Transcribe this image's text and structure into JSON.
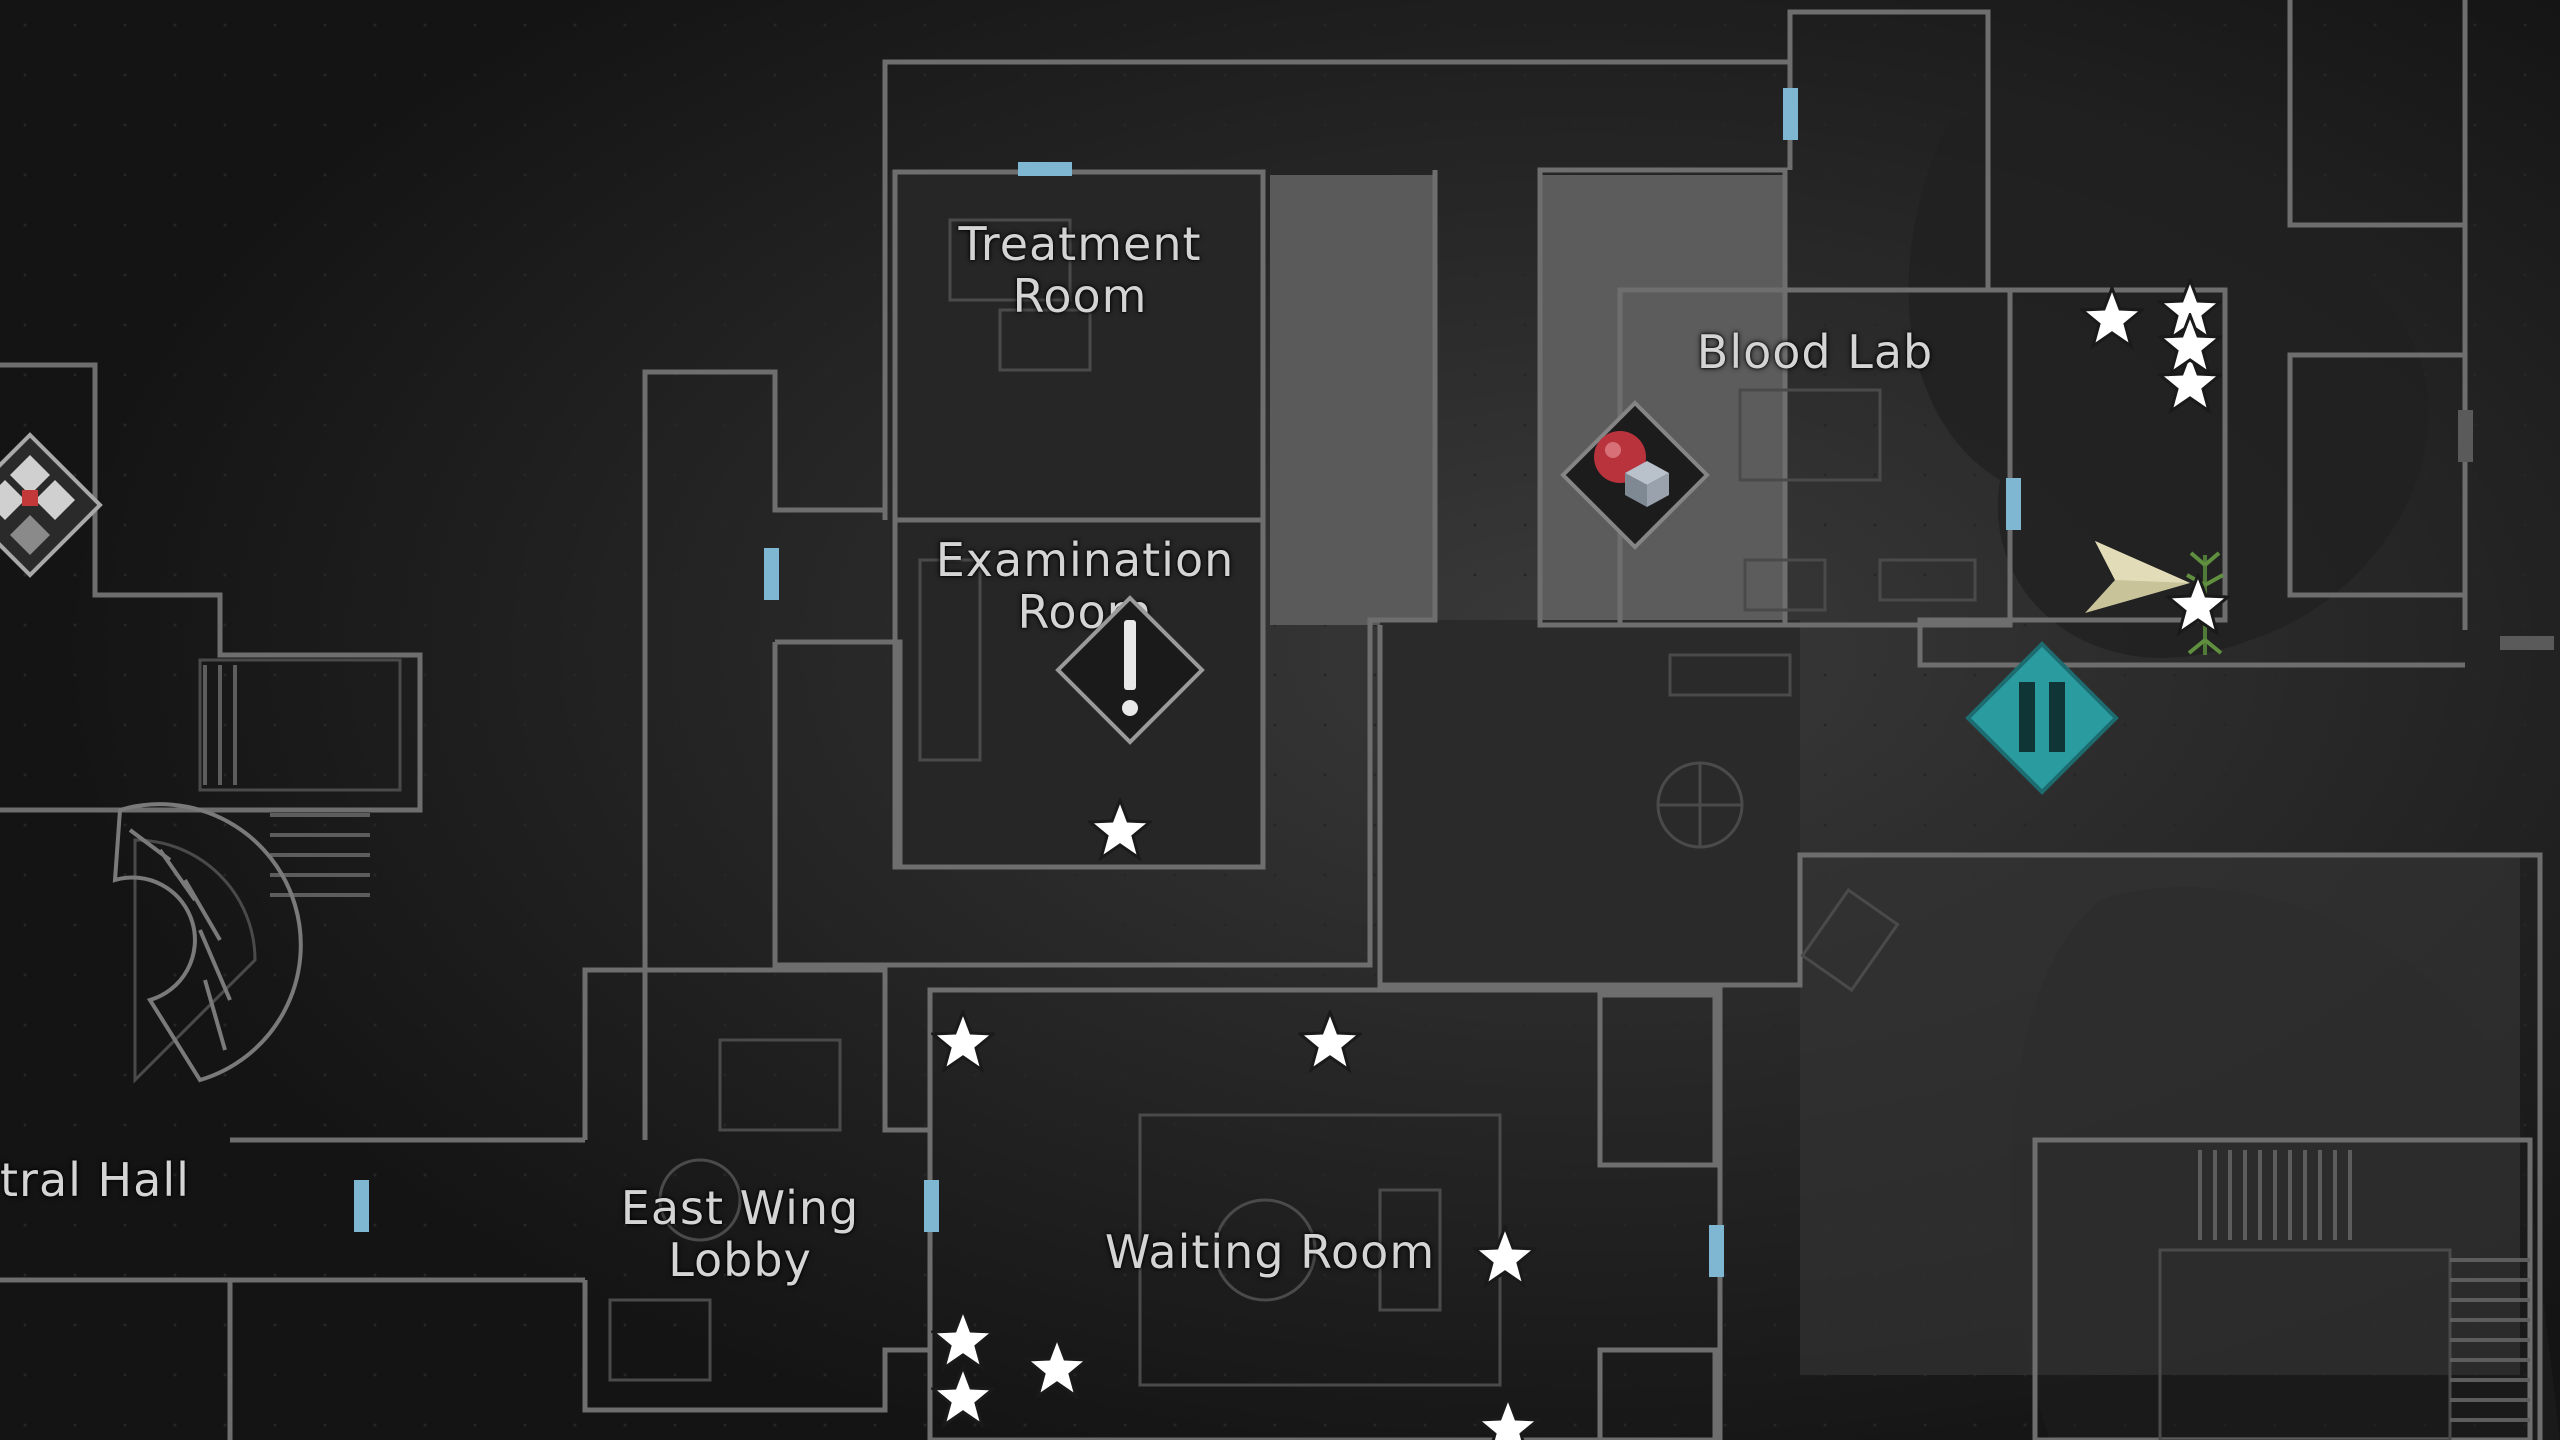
{
  "map": {
    "room_labels": {
      "treatment_room": "Treatment\nRoom",
      "examination_room": "Examination\nRoom",
      "blood_lab": "Blood Lab",
      "central_hall": "tral Hall",
      "east_wing_lobby": "East Wing\nLobby",
      "waiting_room": "Waiting Room"
    },
    "icons": {
      "collectible": "star-icon",
      "objective": "exclamation-icon",
      "item_box": "item-box-icon",
      "save_point": "typewriter-save-icon",
      "player": "player-arrow-icon",
      "herb": "herb-icon"
    },
    "colors": {
      "background": "#161616",
      "wall": "#6a6a6a",
      "door": "#7fb7d3",
      "save_point": "#2a9ca0",
      "player": "#c9c39a",
      "star": "#ffffff"
    }
  }
}
